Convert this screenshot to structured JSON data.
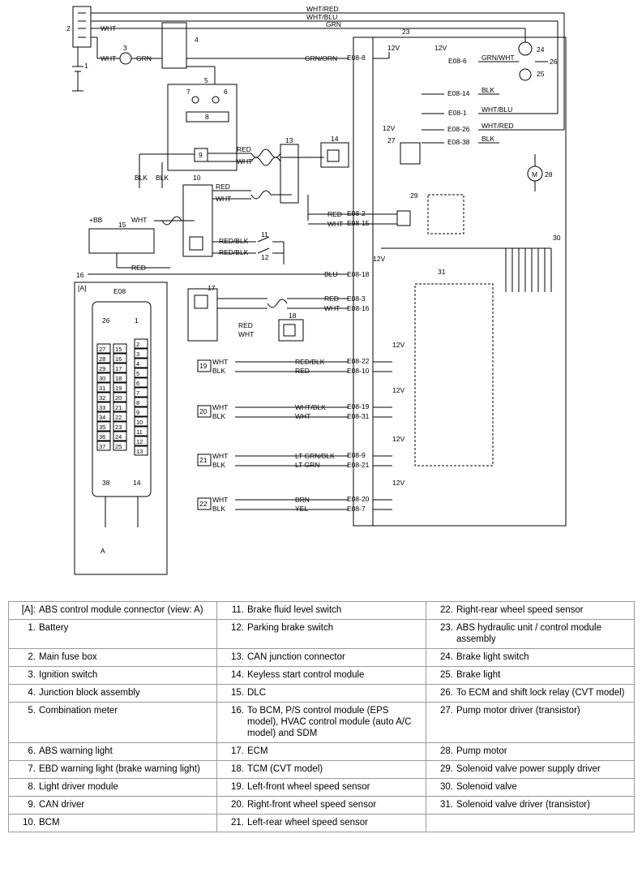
{
  "diagram": {
    "wire_colors": {
      "wht_red": "WHT/RED",
      "wht_blu": "WHT/BLU",
      "grn": "GRN",
      "wht": "WHT",
      "grn_orn": "GRN/ORN",
      "grn_wht": "GRN/WHT",
      "blk": "BLK",
      "red": "RED",
      "red_blk": "RED/BLK",
      "blu": "BLU",
      "wht_blk": "WHT/BLK",
      "lt_grn_blk": "LT GRN/BLK",
      "lt_grn": "LT GRN",
      "brn": "BRN",
      "yel": "YEL"
    },
    "voltages": {
      "v12": "12V",
      "bb": "+BB"
    },
    "motor_symbol": "M",
    "callouts": [
      "1",
      "2",
      "3",
      "4",
      "5",
      "6",
      "7",
      "8",
      "9",
      "10",
      "11",
      "12",
      "13",
      "14",
      "15",
      "16",
      "17",
      "18",
      "19",
      "20",
      "21",
      "22",
      "23",
      "24",
      "25",
      "26",
      "27",
      "28",
      "29",
      "30",
      "31"
    ],
    "terminals": {
      "e08_8": "E08-8",
      "e08_6": "E08-6",
      "e08_14": "E08-14",
      "e08_1": "E08-1",
      "e08_26": "E08-26",
      "e08_38": "E08-38",
      "e08_2": "E08-2",
      "e08_15": "E08-15",
      "e08_18": "E08-18",
      "e08_3": "E08-3",
      "e08_16": "E08-16",
      "e08_22": "E08-22",
      "e08_10": "E08-10",
      "e08_19": "E08-19",
      "e08_31": "E08-31",
      "e08_9": "E08-9",
      "e08_21": "E08-21",
      "e08_20": "E08-20",
      "e08_7": "E08-7"
    },
    "connector_view": {
      "view_label": "[A]",
      "connector_name": "E08",
      "view_arrow": "A",
      "pins_big": [
        "26",
        "1",
        "38",
        "14"
      ],
      "pins_col1": [
        "27",
        "28",
        "29",
        "30",
        "31",
        "32",
        "33",
        "34",
        "35",
        "36",
        "37"
      ],
      "pins_col2": [
        "15",
        "16",
        "17",
        "18",
        "19",
        "20",
        "21",
        "22",
        "23",
        "24",
        "25"
      ],
      "pins_col3": [
        "2",
        "3",
        "4",
        "5",
        "6",
        "7",
        "8",
        "9",
        "10",
        "11",
        "12",
        "13"
      ]
    }
  },
  "legend": {
    "col1": [
      {
        "n": "[A]:",
        "t": "ABS control module connector (view: A)"
      },
      {
        "n": "1.",
        "t": "Battery"
      },
      {
        "n": "2.",
        "t": "Main fuse box"
      },
      {
        "n": "3.",
        "t": "Ignition switch"
      },
      {
        "n": "4.",
        "t": "Junction block assembly"
      },
      {
        "n": "5.",
        "t": "Combination meter"
      },
      {
        "n": "6.",
        "t": "ABS warning light"
      },
      {
        "n": "7.",
        "t": "EBD warning light (brake warning light)"
      },
      {
        "n": "8.",
        "t": "Light driver module"
      },
      {
        "n": "9.",
        "t": "CAN driver"
      },
      {
        "n": "10.",
        "t": "BCM"
      }
    ],
    "col2": [
      {
        "n": "11.",
        "t": "Brake fluid level switch"
      },
      {
        "n": "12.",
        "t": "Parking brake switch"
      },
      {
        "n": "13.",
        "t": "CAN junction connector"
      },
      {
        "n": "14.",
        "t": "Keyless start control module"
      },
      {
        "n": "15.",
        "t": "DLC"
      },
      {
        "n": "16.",
        "t": "To BCM, P/S control module (EPS model), HVAC control module (auto A/C model) and SDM"
      },
      {
        "n": "17.",
        "t": "ECM"
      },
      {
        "n": "18.",
        "t": "TCM (CVT model)"
      },
      {
        "n": "19.",
        "t": "Left-front wheel speed sensor"
      },
      {
        "n": "20.",
        "t": "Right-front wheel speed sensor"
      },
      {
        "n": "21.",
        "t": "Left-rear wheel speed sensor"
      }
    ],
    "col3": [
      {
        "n": "22.",
        "t": "Right-rear wheel speed sensor"
      },
      {
        "n": "23.",
        "t": "ABS hydraulic unit / control module assembly"
      },
      {
        "n": "24.",
        "t": "Brake light switch"
      },
      {
        "n": "25.",
        "t": "Brake light"
      },
      {
        "n": "26.",
        "t": "To ECM and shift lock relay (CVT model)"
      },
      {
        "n": "27.",
        "t": "Pump motor driver (transistor)"
      },
      {
        "n": "28.",
        "t": "Pump motor"
      },
      {
        "n": "29.",
        "t": "Solenoid valve power supply driver"
      },
      {
        "n": "30.",
        "t": "Solenoid valve"
      },
      {
        "n": "31.",
        "t": "Solenoid valve driver (transistor)"
      },
      {
        "n": "",
        "t": ""
      }
    ]
  }
}
